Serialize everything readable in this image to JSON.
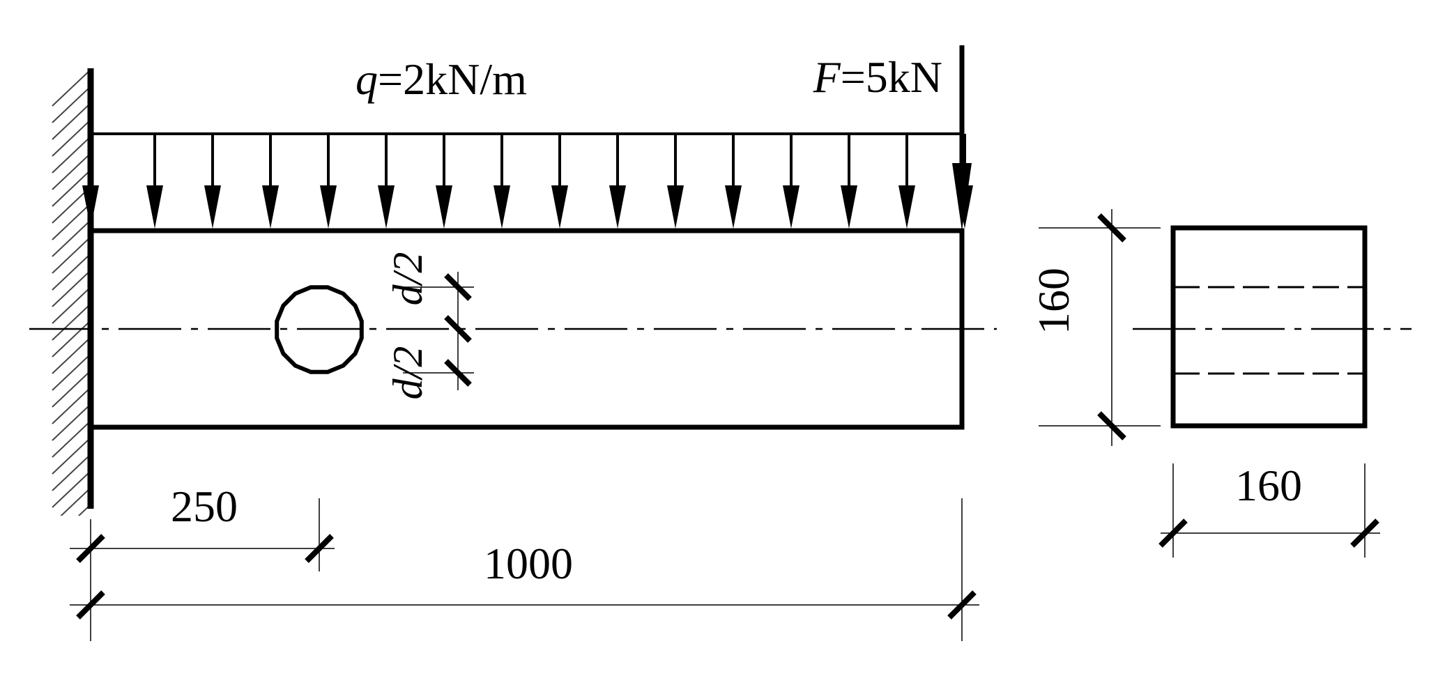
{
  "diagram": {
    "title": "Cantilever beam with circular hole under distributed load and end force",
    "loads": {
      "distributed": {
        "symbol": "q",
        "eq": "=",
        "value": "2kN/m"
      },
      "point": {
        "symbol": "F",
        "eq": "=",
        "value": "5kN"
      }
    },
    "hole": {
      "upper_label": "d/2",
      "lower_label": "d/2"
    },
    "dimensions": {
      "hole_position": "250",
      "beam_length": "1000",
      "section_height": "160",
      "section_width": "160"
    },
    "colors": {
      "line": "#000000",
      "hatch": "#444444",
      "background": "#ffffff"
    }
  }
}
